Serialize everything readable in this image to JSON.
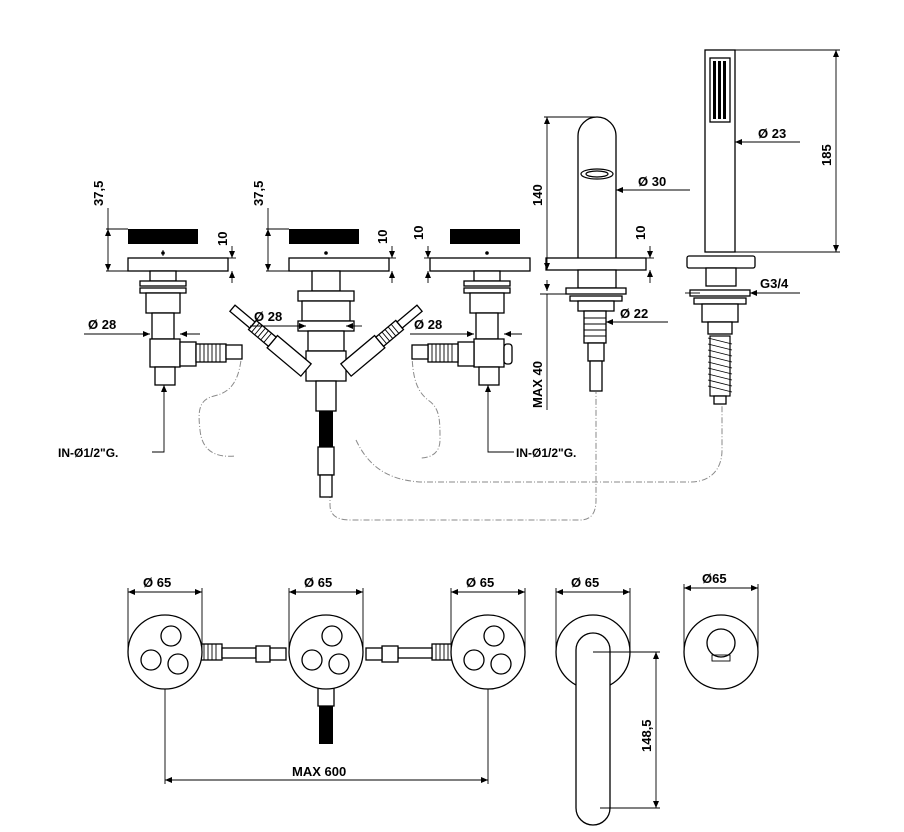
{
  "dimensions": {
    "h_37_5": "37,5",
    "h_10": "10",
    "h_140": "140",
    "h_185": "185",
    "max_40": "MAX 40",
    "d28": "Ø 28",
    "d30": "Ø 30",
    "d22": "Ø 22",
    "d23": "Ø 23",
    "g34": "G3/4",
    "d65": "Ø 65",
    "d65_compact": "Ø65",
    "h_148_5": "148,5",
    "max_600": "MAX 600"
  },
  "labels": {
    "inlet": "IN-Ø1/2\"G."
  }
}
